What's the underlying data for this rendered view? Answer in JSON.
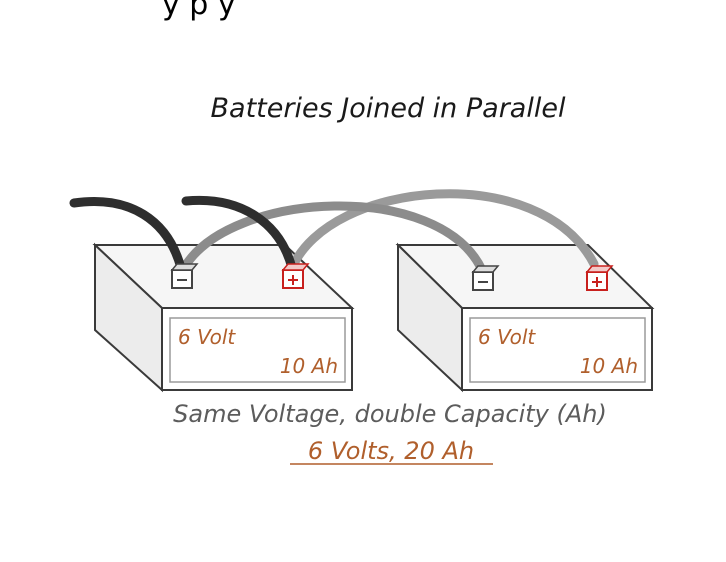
{
  "top_partial_text": "y   p         y",
  "title": "Batteries Joined in Parallel",
  "batteries": [
    {
      "voltage_label": "6 Volt",
      "capacity_label": "10 Ah"
    },
    {
      "voltage_label": "6 Volt",
      "capacity_label": "10 Ah"
    }
  ],
  "caption": {
    "line1": "Same Voltage, double Capacity (Ah)",
    "line2": "6 Volts, 20 Ah"
  },
  "colors": {
    "negative_cable": "#2e2e2e",
    "positive_cable": "#9a9a9a",
    "positive_terminal": "#c8201d",
    "negative_terminal": "#444444",
    "label_text": "#b05f2c",
    "caption_text": "#5c5c5c",
    "result_text": "#b05f2c"
  }
}
